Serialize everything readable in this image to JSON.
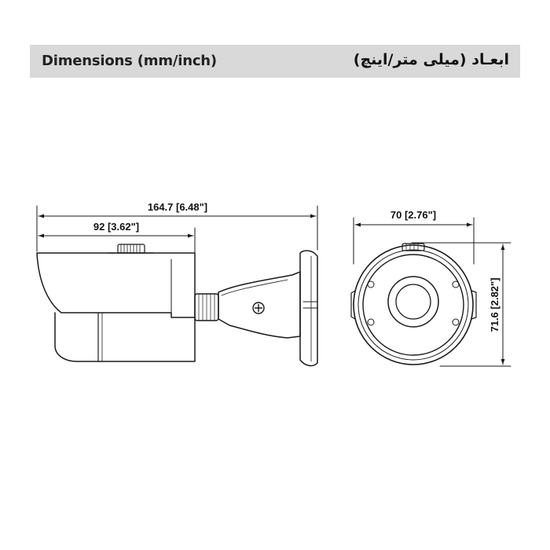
{
  "header": {
    "title_en": "Dimensions (mm/inch)",
    "title_fa": "ابعـاد (میلی متر/اینچ)"
  },
  "dimensions": {
    "overall_length": "164.7 [6.48\"]",
    "body_length": "92 [3.62\"]",
    "width": "70 [2.76\"]",
    "height": "71.6 [2.82\"]"
  },
  "colors": {
    "header_background": "#d9d9d9",
    "line": "#1a1a1a"
  }
}
